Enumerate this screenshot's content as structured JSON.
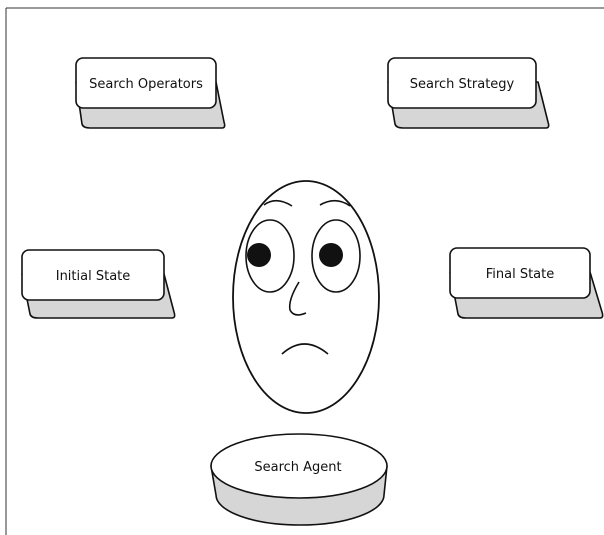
{
  "diagram": {
    "nodes": {
      "search_operators": "Search Operators",
      "search_strategy": "Search Strategy",
      "initial_state": "Initial State",
      "final_state": "Final State",
      "search_agent": "Search Agent"
    },
    "colors": {
      "box_face": "#ffffff",
      "box_side": "#d6d6d6",
      "stroke": "#111111",
      "frame": "#333333",
      "pupil": "#111111"
    },
    "icons": {
      "face": "worried-face-icon",
      "agent_base": "cylinder-platform-icon"
    }
  }
}
